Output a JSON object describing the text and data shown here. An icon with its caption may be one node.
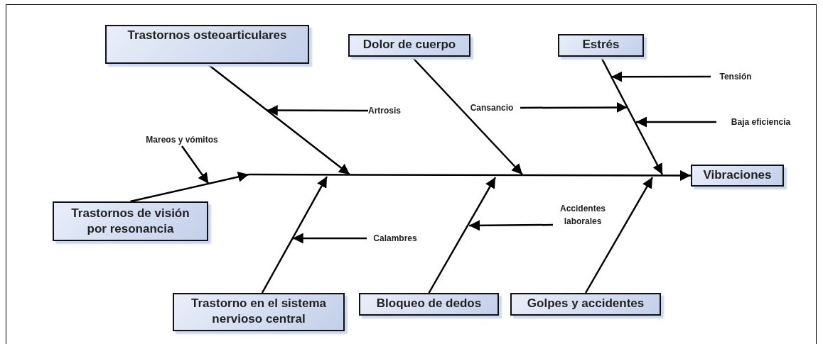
{
  "diagram": {
    "nodes": [
      {
        "text": [
          "Trastornos osteoarticulares"
        ]
      },
      {
        "text": [
          "Dolor de cuerpo"
        ]
      },
      {
        "text": [
          "Estrés"
        ]
      },
      {
        "text": [
          "Vibraciones"
        ]
      },
      {
        "text": [
          "Trastornos de visión por resonancia"
        ]
      },
      {
        "text": [
          "Trastorno en el sistema nervioso central"
        ]
      },
      {
        "text": [
          "Bloqueo de dedos"
        ]
      },
      {
        "text": [
          "Golpes y accidentes"
        ]
      },
      {
        "text": [
          "Artrosis"
        ]
      },
      {
        "text": [
          "Mareos y vómitos"
        ]
      },
      {
        "text": [
          "Cansancio"
        ]
      },
      {
        "text": [
          "Tensión"
        ]
      },
      {
        "text": [
          "Baja eficiencia"
        ]
      },
      {
        "text": [
          "Calambres"
        ]
      },
      {
        "text": [
          "Accidentes laborales"
        ]
      }
    ],
    "edges": [
      {
        "from": null,
        "to": 3,
        "arrow": "to"
      },
      {
        "from": 0,
        "to": null,
        "arrow": "to"
      },
      {
        "from": 1,
        "to": null,
        "arrow": "to"
      },
      {
        "from": 2,
        "to": null,
        "arrow": "to"
      },
      {
        "from": 4,
        "to": null,
        "arrow": "to"
      },
      {
        "from": 5,
        "to": null,
        "arrow": "to"
      },
      {
        "from": 6,
        "to": null,
        "arrow": "to"
      },
      {
        "from": 7,
        "to": null,
        "arrow": "to"
      },
      {
        "from": 8,
        "to": 0,
        "arrow": "to"
      },
      {
        "from": 9,
        "to": 4,
        "arrow": "to"
      },
      {
        "from": 10,
        "to": 2,
        "arrow": "to"
      },
      {
        "from": 11,
        "to": 2,
        "arrow": "to"
      },
      {
        "from": 12,
        "to": null,
        "arrow": "to"
      },
      {
        "from": 13,
        "to": 5,
        "arrow": "to"
      },
      {
        "from": 14,
        "to": null,
        "arrow": "to"
      }
    ]
  }
}
